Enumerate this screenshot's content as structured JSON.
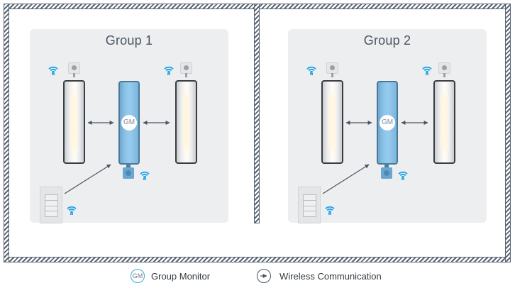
{
  "diagram": {
    "groups": [
      {
        "title": "Group 1",
        "gm_label": "GM"
      },
      {
        "title": "Group 2",
        "gm_label": "GM"
      }
    ]
  },
  "legend": {
    "items": [
      {
        "icon": "gm-circle-icon",
        "icon_text": "GM",
        "label": "Group Monitor"
      },
      {
        "icon": "arrow-circle-icon",
        "label": "Wireless Communication"
      }
    ]
  },
  "colors": {
    "wall": "#5a6673",
    "panel": "#eceef0",
    "gm_fixture": "#8cc4e8",
    "wifi": "#1aa3e6",
    "arrow": "#4a5560"
  }
}
